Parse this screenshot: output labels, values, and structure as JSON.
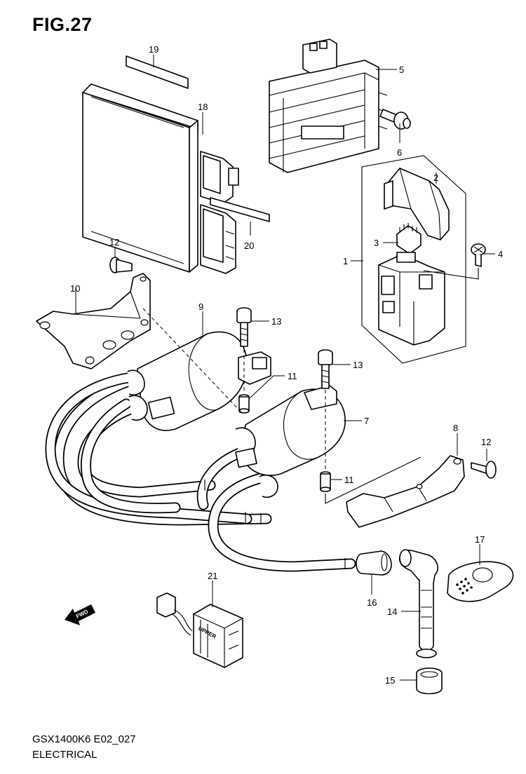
{
  "figure": {
    "title": "FIG.27",
    "model_code": "GSX1400K6 E02_027",
    "category": "ELECTRICAL"
  },
  "callouts": {
    "c1": "1",
    "c2": "2",
    "c3": "3",
    "c4": "4",
    "c5": "5",
    "c6": "6",
    "c7": "7",
    "c8": "8",
    "c9": "9",
    "c10": "10",
    "c11a": "11",
    "c11b": "11",
    "c12a": "12",
    "c12b": "12",
    "c13a": "13",
    "c13b": "13",
    "c14": "14",
    "c15": "15",
    "c16": "16",
    "c17": "17",
    "c18": "18",
    "c19": "19",
    "c20": "20",
    "c21": "21"
  },
  "markings": {
    "front_arrow": "FWD",
    "unit_label": "UPPER"
  }
}
